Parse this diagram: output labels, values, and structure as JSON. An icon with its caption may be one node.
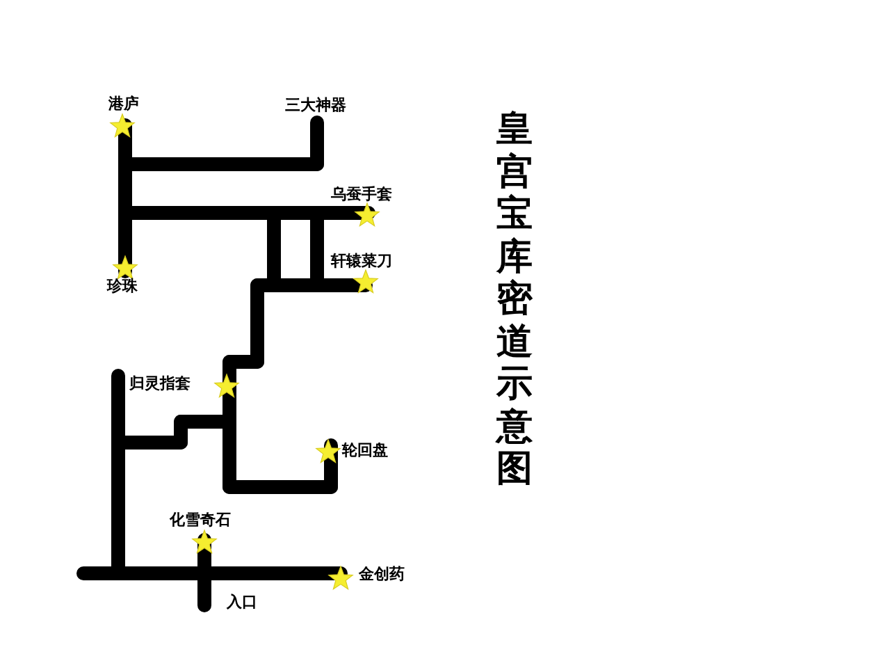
{
  "diagram": {
    "title": "皇宫宝库密道示意图",
    "labels": [
      "港庐",
      "三大神器",
      "乌蚕手套",
      "珍珠",
      "轩辕菜刀",
      "归灵指套",
      "轮回盘",
      "化雪奇石",
      "金创药",
      "入口"
    ]
  }
}
